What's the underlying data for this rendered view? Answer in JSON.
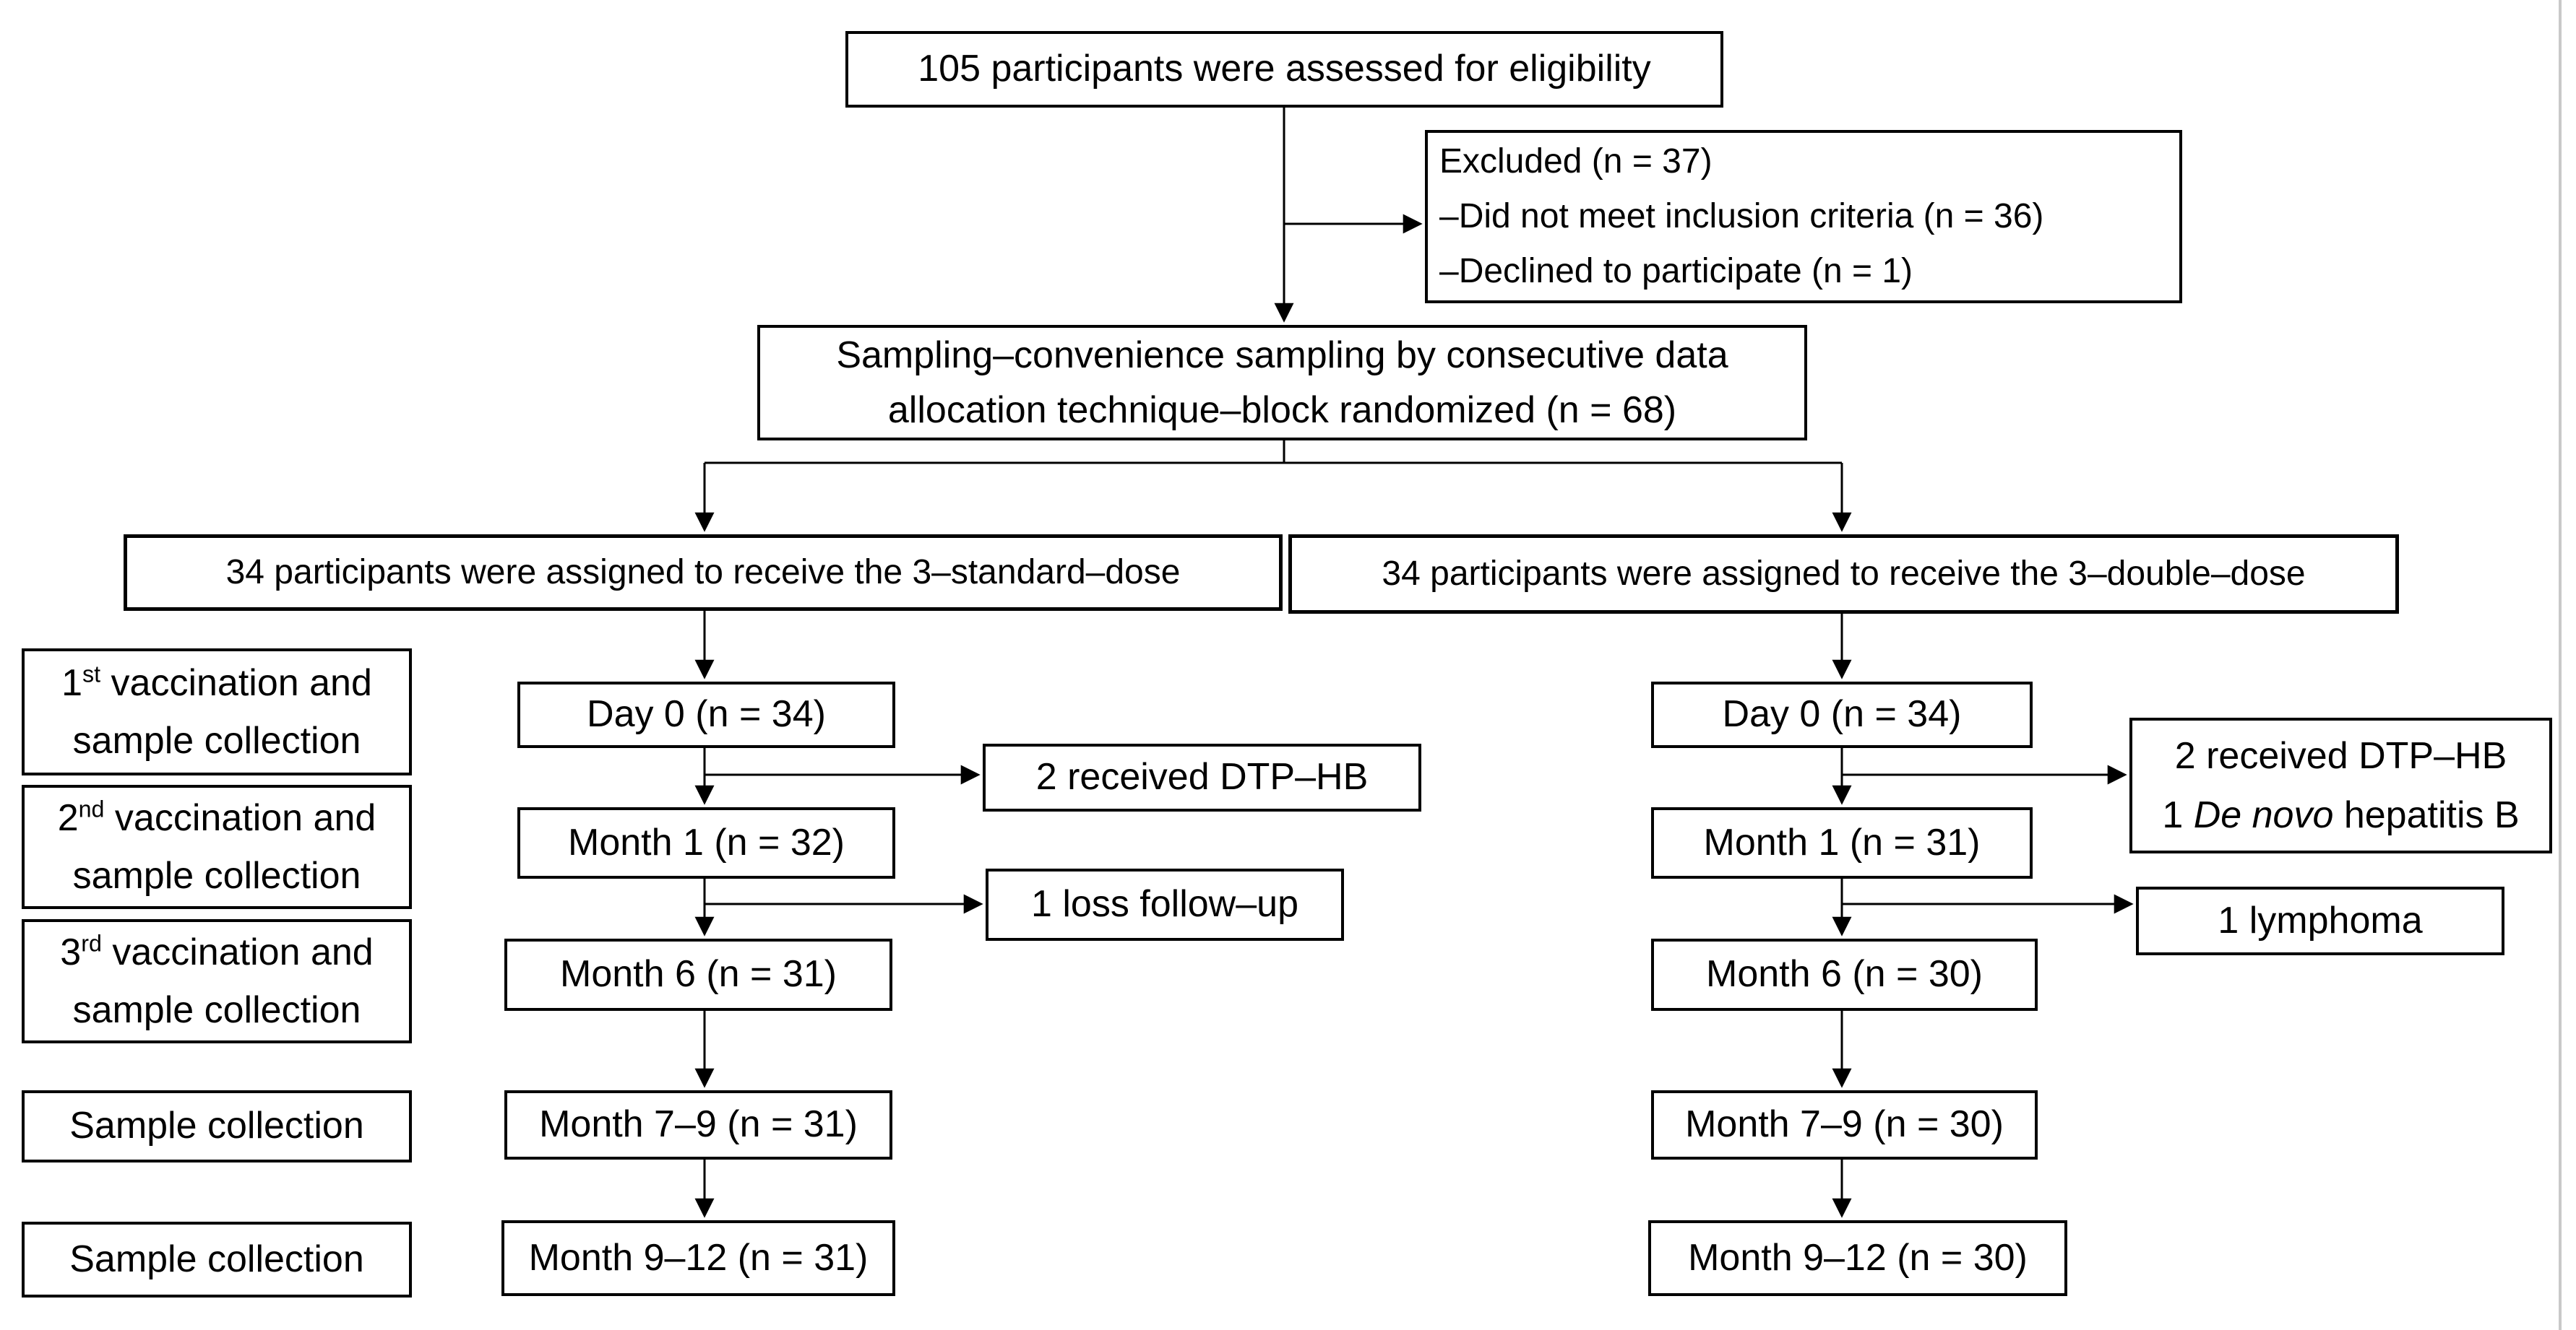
{
  "diagram": {
    "eligibility_box": "105 participants were assessed for eligibility",
    "excluded_box": {
      "line1": "Excluded (n = 37)",
      "line2": "–Did not meet inclusion criteria (n = 36)",
      "line3": "–Declined to participate (n = 1)"
    },
    "sampling_box": {
      "line1": "Sampling–convenience sampling by consecutive data",
      "line2": "allocation technique–block randomized (n = 68)"
    },
    "arms": {
      "standard": "34 participants were assigned to receive the 3–standard–dose",
      "double": "34 participants were assigned to receive the 3–double–dose"
    },
    "stage_labels": {
      "first": {
        "num": "1",
        "sup": "st",
        "rest": " vaccination and",
        "line2": "sample collection"
      },
      "second": {
        "num": "2",
        "sup": "nd",
        "rest": " vaccination and",
        "line2": "sample collection"
      },
      "third": {
        "num": "3",
        "sup": "rd",
        "rest": " vaccination and",
        "line2": "sample collection"
      },
      "fourth": "Sample collection",
      "fifth": "Sample collection"
    },
    "standard_timeline": [
      "Day 0 (n = 34)",
      "Month 1 (n = 32)",
      "Month 6 (n = 31)",
      "Month 7–9 (n = 31)",
      "Month 9–12 (n = 31)"
    ],
    "standard_events": [
      "2 received DTP–HB",
      "1 loss follow–up"
    ],
    "double_timeline": [
      "Day 0 (n = 34)",
      "Month 1 (n = 31)",
      "Month 6 (n = 30)",
      "Month 7–9 (n = 30)",
      "Month 9–12 (n = 30)"
    ],
    "double_events": {
      "event1": {
        "line1": "2 received DTP–HB",
        "line2_num": "1 ",
        "line2_italic": "De novo",
        "line2_rest": " hepatitis B"
      },
      "event2": "1 lymphoma"
    },
    "colors": {
      "line": "#000000",
      "background": "#ffffff",
      "right_edge": "#c9c9c9"
    }
  }
}
